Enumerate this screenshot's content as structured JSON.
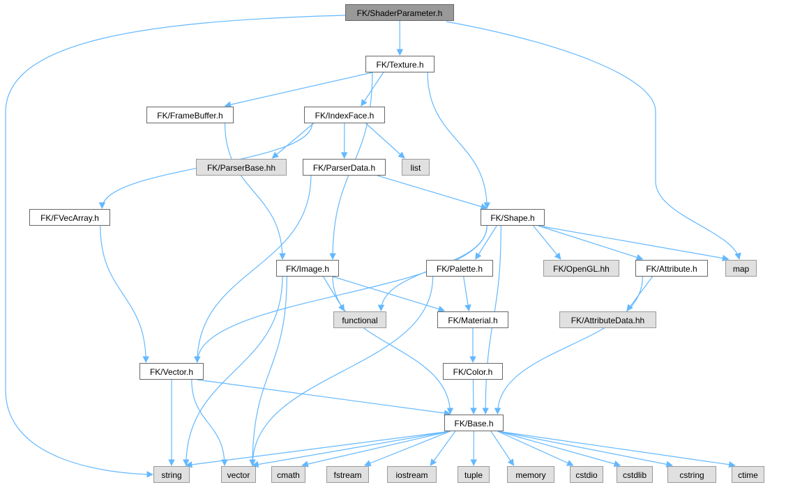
{
  "graph_title": "FK/ShaderParameter.h",
  "colors": {
    "edge": "#63b8ff",
    "root_fill": "#999999",
    "system_fill": "#e0e0e0"
  },
  "nodes": {
    "shaderparameter": {
      "label": "FK/ShaderParameter.h",
      "kind": "root"
    },
    "texture": {
      "label": "FK/Texture.h",
      "kind": "local"
    },
    "framebuffer": {
      "label": "FK/FrameBuffer.h",
      "kind": "local"
    },
    "indexface": {
      "label": "FK/IndexFace.h",
      "kind": "local"
    },
    "parserbase": {
      "label": "FK/ParserBase.hh",
      "kind": "system"
    },
    "parserdata": {
      "label": "FK/ParserData.h",
      "kind": "local"
    },
    "list": {
      "label": "list",
      "kind": "system"
    },
    "fvecarray": {
      "label": "FK/FVecArray.h",
      "kind": "local"
    },
    "shape": {
      "label": "FK/Shape.h",
      "kind": "local"
    },
    "image": {
      "label": "FK/Image.h",
      "kind": "local"
    },
    "palette": {
      "label": "FK/Palette.h",
      "kind": "local"
    },
    "opengl": {
      "label": "FK/OpenGL.hh",
      "kind": "system"
    },
    "attribute": {
      "label": "FK/Attribute.h",
      "kind": "local"
    },
    "map": {
      "label": "map",
      "kind": "system"
    },
    "functional": {
      "label": "functional",
      "kind": "system"
    },
    "material": {
      "label": "FK/Material.h",
      "kind": "local"
    },
    "attributedata": {
      "label": "FK/AttributeData.hh",
      "kind": "system"
    },
    "color": {
      "label": "FK/Color.h",
      "kind": "local"
    },
    "vector_h": {
      "label": "FK/Vector.h",
      "kind": "local"
    },
    "base": {
      "label": "FK/Base.h",
      "kind": "local"
    },
    "string": {
      "label": "string",
      "kind": "system"
    },
    "vector": {
      "label": "vector",
      "kind": "system"
    },
    "cmath": {
      "label": "cmath",
      "kind": "system"
    },
    "fstream": {
      "label": "fstream",
      "kind": "system"
    },
    "iostream": {
      "label": "iostream",
      "kind": "system"
    },
    "tuple": {
      "label": "tuple",
      "kind": "system"
    },
    "memory": {
      "label": "memory",
      "kind": "system"
    },
    "cstdio": {
      "label": "cstdio",
      "kind": "system"
    },
    "cstdlib": {
      "label": "cstdlib",
      "kind": "system"
    },
    "cstring": {
      "label": "cstring",
      "kind": "system"
    },
    "ctime": {
      "label": "ctime",
      "kind": "system"
    }
  },
  "edges": [
    [
      "shaderparameter",
      "texture"
    ],
    [
      "shaderparameter",
      "string"
    ],
    [
      "shaderparameter",
      "map"
    ],
    [
      "texture",
      "framebuffer"
    ],
    [
      "texture",
      "indexface"
    ],
    [
      "texture",
      "image"
    ],
    [
      "texture",
      "shape"
    ],
    [
      "framebuffer",
      "image"
    ],
    [
      "indexface",
      "fvecarray"
    ],
    [
      "indexface",
      "parserbase"
    ],
    [
      "indexface",
      "parserdata"
    ],
    [
      "indexface",
      "list"
    ],
    [
      "parserdata",
      "vector_h"
    ],
    [
      "parserdata",
      "shape"
    ],
    [
      "fvecarray",
      "vector_h"
    ],
    [
      "shape",
      "vector_h"
    ],
    [
      "shape",
      "functional"
    ],
    [
      "shape",
      "palette"
    ],
    [
      "shape",
      "base"
    ],
    [
      "shape",
      "opengl"
    ],
    [
      "shape",
      "attribute"
    ],
    [
      "shape",
      "map"
    ],
    [
      "image",
      "functional"
    ],
    [
      "image",
      "material"
    ],
    [
      "image",
      "string"
    ],
    [
      "image",
      "vector"
    ],
    [
      "image",
      "base"
    ],
    [
      "palette",
      "material"
    ],
    [
      "palette",
      "vector"
    ],
    [
      "material",
      "color"
    ],
    [
      "color",
      "base"
    ],
    [
      "attribute",
      "attributedata"
    ],
    [
      "attribute",
      "base"
    ],
    [
      "vector_h",
      "string"
    ],
    [
      "vector_h",
      "vector"
    ],
    [
      "vector_h",
      "base"
    ],
    [
      "base",
      "string"
    ],
    [
      "base",
      "vector"
    ],
    [
      "base",
      "cmath"
    ],
    [
      "base",
      "fstream"
    ],
    [
      "base",
      "iostream"
    ],
    [
      "base",
      "tuple"
    ],
    [
      "base",
      "memory"
    ],
    [
      "base",
      "cstdio"
    ],
    [
      "base",
      "cstdlib"
    ],
    [
      "base",
      "cstring"
    ],
    [
      "base",
      "ctime"
    ]
  ]
}
